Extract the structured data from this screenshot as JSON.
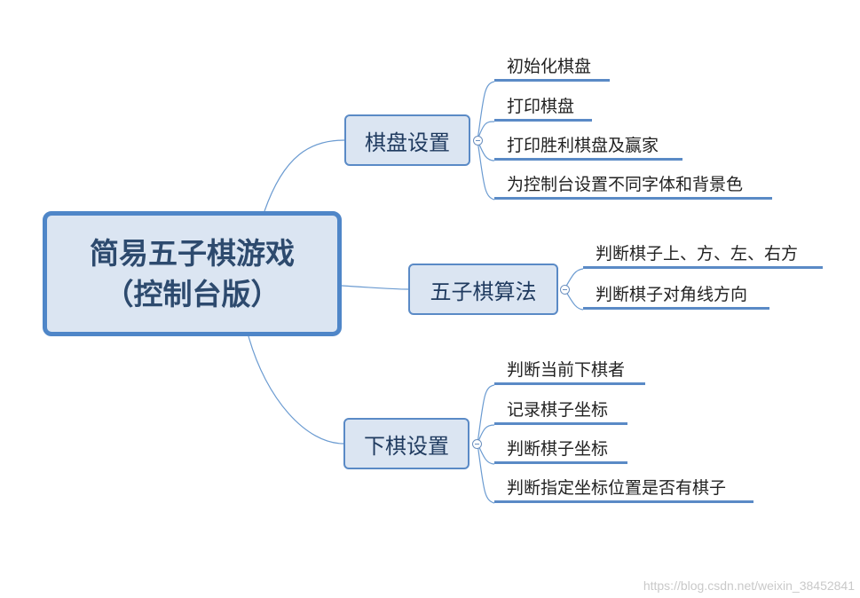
{
  "root": {
    "line1": "简易五子棋游戏",
    "line2": "（控制台版）"
  },
  "branches": [
    {
      "label": "棋盘设置",
      "children": [
        "初始化棋盘",
        "打印棋盘",
        "打印胜利棋盘及赢家",
        "为控制台设置不同字体和背景色"
      ]
    },
    {
      "label": "五子棋算法",
      "children": [
        "判断棋子上、方、左、右方",
        "判断棋子对角线方向"
      ]
    },
    {
      "label": "下棋设置",
      "children": [
        "判断当前下棋者",
        "记录棋子坐标",
        "判断棋子坐标",
        "判断指定坐标位置是否有棋子"
      ]
    }
  ],
  "watermark": "https://blog.csdn.net/weixin_38452841",
  "colors": {
    "node_fill": "#dbe5f2",
    "node_border": "#5a8ac6",
    "line": "#6b9bd1"
  }
}
